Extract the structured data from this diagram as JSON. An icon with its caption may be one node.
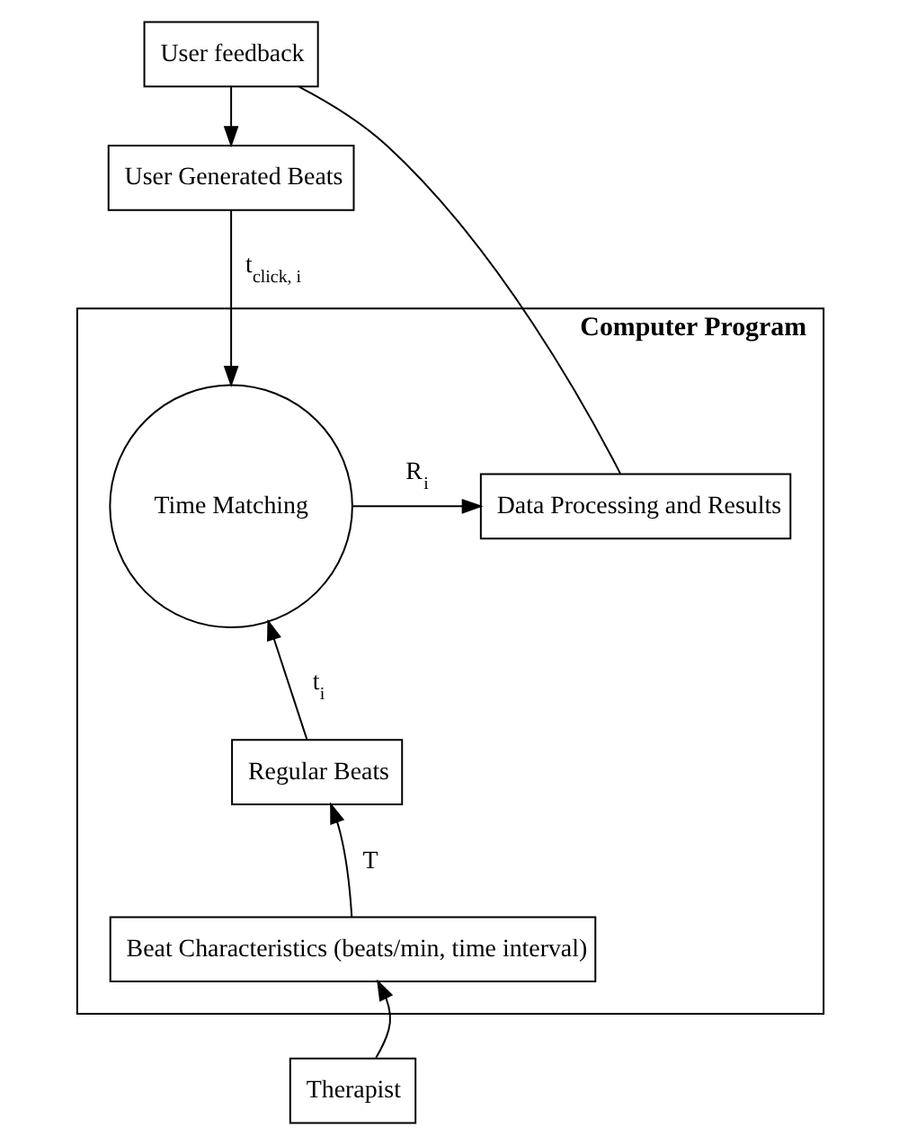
{
  "diagram": {
    "nodes": [
      {
        "text": [
          "User feedback"
        ]
      },
      {
        "text": [
          "User Generated Beats"
        ]
      },
      {
        "text": [
          "Computer Program"
        ]
      },
      {
        "text": [
          "Time Matching"
        ],
        "in": 2
      },
      {
        "text": [
          "Data Processing and Results"
        ],
        "in": 2
      },
      {
        "text": [
          "Regular Beats"
        ],
        "in": 2
      },
      {
        "text": [
          "Beat Characteristics (beats/min, time interval)"
        ],
        "in": 2
      },
      {
        "text": [
          "Therapist"
        ]
      }
    ],
    "edges": [
      {
        "from": 0,
        "to": 1,
        "arrow": "to"
      },
      {
        "from": 1,
        "to": 3,
        "arrow": "to",
        "label": "t$_{click, i}$"
      },
      {
        "from": 3,
        "to": 4,
        "arrow": "to",
        "label": "R$_{i}$"
      },
      {
        "from": 5,
        "to": 3,
        "arrow": "to",
        "label": "t$_{i}$"
      },
      {
        "from": 6,
        "to": 5,
        "arrow": "to",
        "label": "T"
      },
      {
        "from": 7,
        "to": 6,
        "arrow": "to"
      },
      {
        "from": 4,
        "to": 0,
        "arrow": "none"
      }
    ]
  }
}
